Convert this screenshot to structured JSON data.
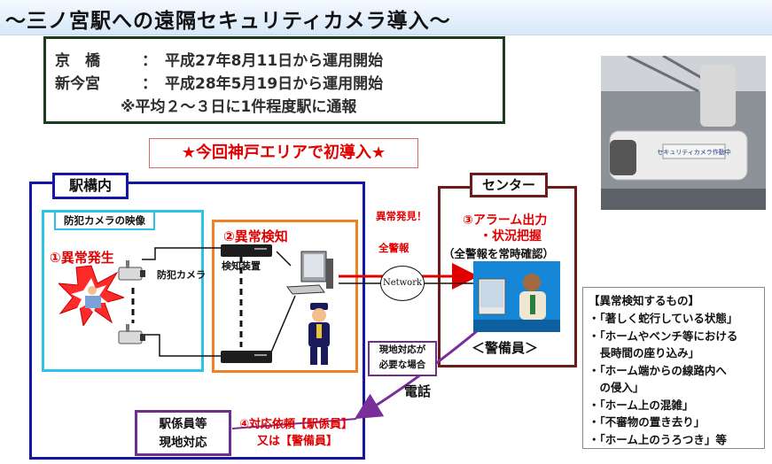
{
  "title": "〜三ノ宮駅への遠隔セキュリティカメラ導入〜",
  "info": {
    "lines": [
      {
        "label": "京　橋",
        "sep": "：",
        "text": "平成27年8月11日から運用開始"
      },
      {
        "label": "新今宮",
        "sep": "：",
        "text": "平成28年5月19日から運用開始"
      }
    ],
    "note": "※平均２〜３日に1件程度駅に通報"
  },
  "banner": "★今回神戸エリアで初導入★",
  "yard": {
    "label": "駅構内",
    "camera_box_label": "防犯カメラの映像",
    "step1": "①異常発生",
    "camera_label": "防犯カメラ",
    "step2": "②異常検知",
    "detector_label": "検知装置"
  },
  "flow": {
    "alert_found": "異常発見！",
    "all_alarms": "全警報",
    "network": "Network"
  },
  "center": {
    "label": "センター",
    "step3_line1": "③アラーム出力",
    "step3_line2": "・状況把握",
    "step3_line3": "（全警報を常時確認）",
    "guard": "＜警備員＞"
  },
  "onsite": {
    "line1": "現地対応が",
    "line2": "必要な場合"
  },
  "phone": "電話",
  "step4": {
    "line1": "④対応依頼【駅係員】",
    "line2": "又は【警備員】"
  },
  "staff": {
    "line1": "駅係員等",
    "line2": "現地対応"
  },
  "detection_list": {
    "title": "【異常検知するもの】",
    "items": [
      "・「著しく蛇行している状態」",
      "・「ホームやベンチ等における",
      "　長時間の座り込み」",
      "・「ホーム端からの線路内へ",
      "　の侵入」",
      "・「ホーム上の混雑」",
      "・「不審物の置き去り」",
      "・「ホーム上のうろつき」等"
    ]
  },
  "photo_sign": "セキュリティカメラ作動中",
  "colors": {
    "yard_border": "#1515a8",
    "camera_box_border": "#2cc4e4",
    "detect_box_border": "#ef8225",
    "center_border": "#6e1b1b",
    "onsite_border": "#6d2f8a",
    "alert_red": "#e00000"
  }
}
